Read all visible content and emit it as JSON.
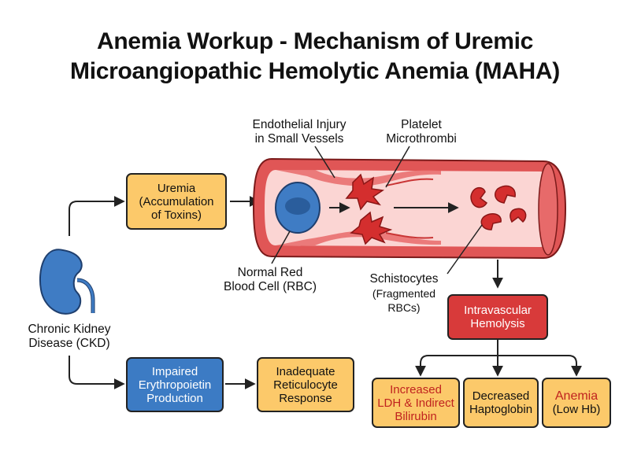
{
  "title": {
    "line1": "Anemia Workup - Mechanism of Uremic",
    "line2": "Microangiopathic Hemolytic Anemia (MAHA)"
  },
  "labels": {
    "endothelial": [
      "Endothelial Injury",
      "in Small Vessels"
    ],
    "platelet": [
      "Platelet",
      "Microthrombi"
    ],
    "normal_rbc": [
      "Normal Red",
      "Blood Cell (RBC)"
    ],
    "schistocytes": [
      "Schistocytes",
      "(Fragmented",
      "RBCs)"
    ],
    "ckd": [
      "Chronic Kidney",
      "Disease (CKD)"
    ]
  },
  "boxes": {
    "uremia": [
      "Uremia",
      "(Accumulation",
      "of Toxins)"
    ],
    "epo": [
      "Impaired",
      "Erythropoietin",
      "Production"
    ],
    "retic": [
      "Inadequate",
      "Reticulocyte",
      "Response"
    ],
    "hemolysis": [
      "Intravascular",
      "Hemolysis"
    ],
    "ldh": [
      "Increased",
      "LDH & Indirect",
      "Bilirubin"
    ],
    "hapto": [
      "Decreased",
      "Haptoglobin"
    ],
    "anemia": [
      "Anemia",
      "(Low Hb)"
    ]
  },
  "colors": {
    "yellow_box": "#fcc96a",
    "blue_box": "#3c7bc4",
    "red_box": "#d83a3a",
    "vessel_wall": "#e05656",
    "vessel_lumen": "#fbd5d3",
    "kidney": "#3f7cc4"
  }
}
